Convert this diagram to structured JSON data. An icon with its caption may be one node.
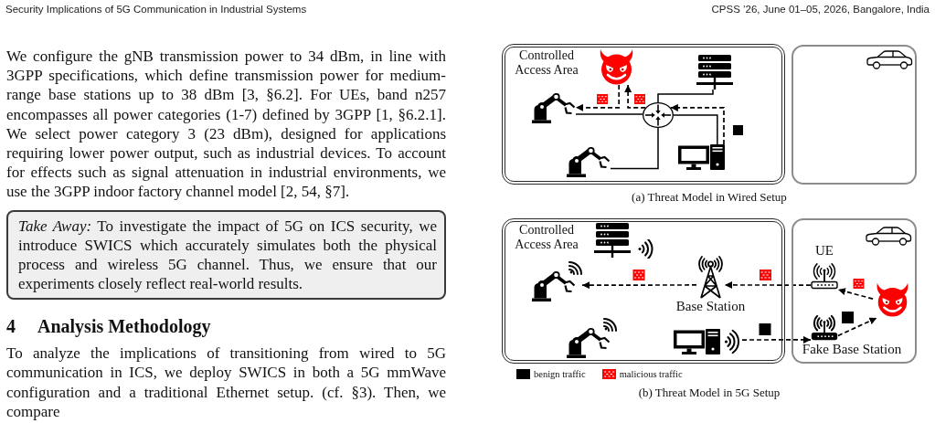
{
  "diagram": {
    "nodes": [
      {
        "text": [
          "*Take Away:* To investigate the impact of 5G on ICS security, we introduce SWICS which accurately simulates both the physical process and wireless 5G channel. Thus, we ensure that our experiments closely reflect real-world results."
        ]
      },
      {
        "text": [
          "Controlled Access Area"
        ]
      },
      {
        "text": [],
        "shape": "picture",
        "in": 1
      },
      {
        "text": [],
        "shape": "picture",
        "in": 1
      },
      {
        "text": [],
        "shape": "picture",
        "in": 1
      },
      {
        "text": [],
        "shape": "picture",
        "in": 1
      },
      {
        "text": [],
        "shape": "picture",
        "in": 1
      },
      {
        "text": [],
        "shape": "picture",
        "in": 1
      },
      {
        "text": [],
        "shape": "box"
      },
      {
        "text": [
          "Controlled Access Area"
        ]
      },
      {
        "text": [],
        "shape": "picture",
        "in": 9
      },
      {
        "text": [],
        "shape": "picture",
        "in": 9,
        "beside": [
          "Base Station"
        ]
      },
      {
        "text": [],
        "shape": "picture",
        "in": 9
      },
      {
        "text": [],
        "shape": "box"
      },
      {
        "text": [],
        "shape": "picture",
        "in": 13,
        "beside": [
          "UE"
        ]
      },
      {
        "text": [],
        "shape": "picture",
        "in": 13
      },
      {
        "text": [],
        "shape": "picture",
        "in": 13,
        "beside": [
          "Fake Base Station"
        ]
      }
    ],
    "edges": [
      {
        "from": 4,
        "to": 5,
        "arrow": "none"
      },
      {
        "from": 6,
        "to": 5,
        "arrow": "none"
      },
      {
        "from": 3,
        "to": 5,
        "arrow": "none"
      },
      {
        "from": 7,
        "to": 5,
        "arrow": "none"
      },
      {
        "from": 7,
        "to": 5,
        "arrow": "to",
        "style": "dashed"
      },
      {
        "from": 5,
        "to": 2,
        "arrow": "to",
        "style": "dashed"
      },
      {
        "from": 2,
        "to": 4,
        "arrow": "to",
        "style": "dashed"
      },
      {
        "from": 14,
        "to": 11,
        "arrow": "to",
        "style": "dashed"
      },
      {
        "from": 11,
        "to": 10,
        "arrow": "to",
        "style": "dashed"
      },
      {
        "from": 15,
        "to": 14,
        "arrow": "to",
        "style": "dashed"
      },
      {
        "from": 12,
        "to": 16,
        "arrow": "to",
        "style": "dashed"
      },
      {
        "from": 16,
        "to": 15,
        "arrow": "to",
        "style": "dashed"
      }
    ],
    "labels": [
      "Security Implications of 5G Communication in Industrial Systems",
      "CPSS ’26, June 01–05, 2026, Bangalore, India",
      "We configure the gNB transmission power to 34 dBm, in line with 3GPP specifications, which define transmission power for medium-range base stations up to 38 dBm [3, §6.2]. For UEs, band n257 encompasses all power categories (1-7) defined by 3GPP [1, §6.2.1]. We select power category 3 (23 dBm), designed for applications requiring lower power output, such as industrial devices. To account for effects such as signal attenuation in industrial environments, we use the 3GPP indoor factory channel model [2, 54, §7].",
      "4",
      "Analysis Methodology",
      "To analyze the implications of transitioning from wired to 5G communication in ICS, we deploy SWICS in both a 5G mmWave configuration and a traditional Ethernet setup. (cf. §3). Then, we compare",
      "(a) Threat Model in Wired Setup",
      "(b) Threat Model in 5G Setup"
    ],
    "legend": [
      {
        "text": "benign traffic",
        "color": "#000000"
      },
      {
        "text": "malicious traffic",
        "color": "#ff0000"
      }
    ]
  }
}
